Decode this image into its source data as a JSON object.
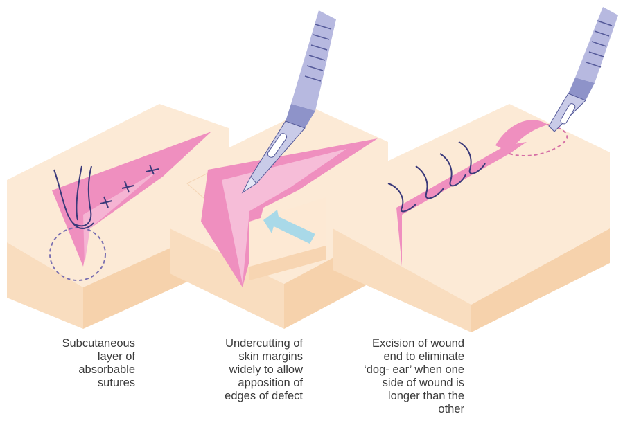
{
  "captions": [
    {
      "lines": [
        "Subcutaneous",
        "layer of",
        "absorbable",
        "sutures"
      ]
    },
    {
      "lines": [
        "Undercutting of",
        "skin margins",
        "widely to allow",
        "apposition of",
        "edges of defect"
      ]
    },
    {
      "lines": [
        "Excision of wound",
        "end to eliminate",
        "‘dog- ear’ when one",
        "side of wound is",
        "longer than the",
        "other"
      ]
    }
  ],
  "colors": {
    "skin_top": "#fbe6cf",
    "skin_side": "#f7d7b4",
    "wound_pink": "#ef8fbf",
    "wound_light": "#f7c6de",
    "suture": "#3b3a7a",
    "arrow": "#a9d9e8",
    "scalpel_handle": "#b7b9e0",
    "scalpel_dark": "#555a99"
  }
}
